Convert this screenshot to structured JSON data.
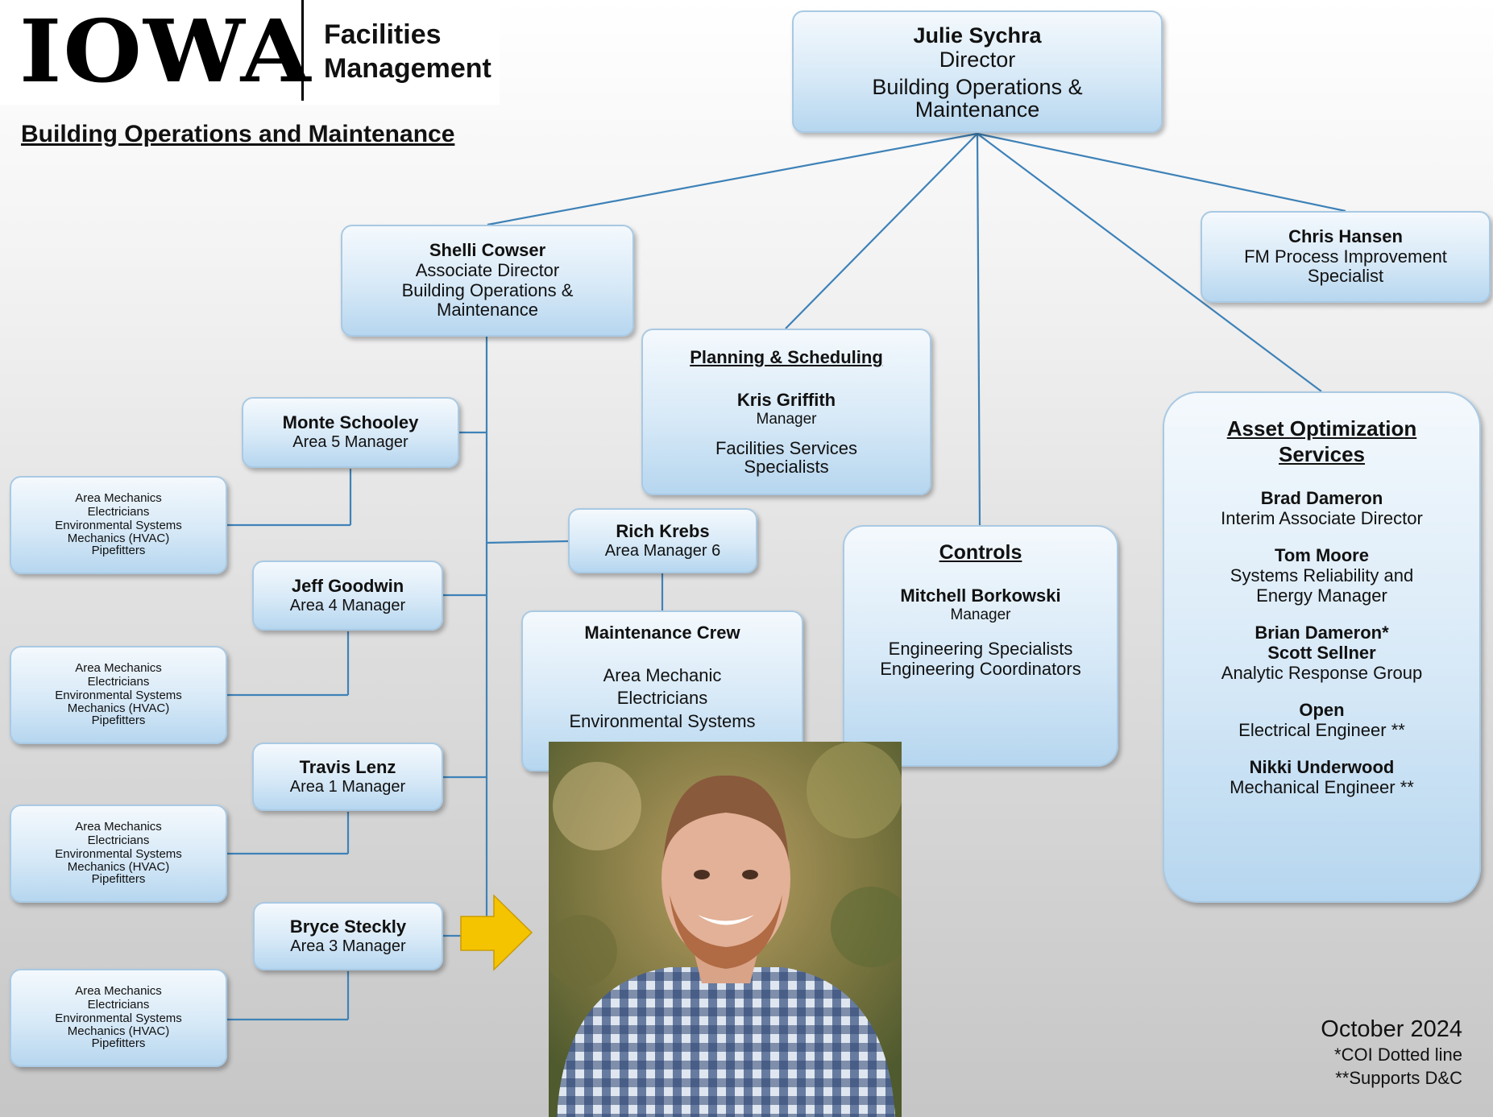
{
  "logo": {
    "wordmark": "IOWA",
    "line1": "Facilities",
    "line2": "Management"
  },
  "subtitle": "Building Operations and Maintenance",
  "director": {
    "name": "Julie Sychra",
    "title": "Director",
    "dept1": "Building Operations &",
    "dept2": "Maintenance"
  },
  "assoc": {
    "name": "Shelli Cowser",
    "title": "Associate Director",
    "dept1": "Building Operations &",
    "dept2": "Maintenance"
  },
  "hansen": {
    "name": "Chris Hansen",
    "title1": "FM Process Improvement",
    "title2": "Specialist"
  },
  "planning": {
    "heading": "Planning & Scheduling",
    "name": "Kris Griffith",
    "title": "Manager",
    "staff1": "Facilities Services",
    "staff2": "Specialists"
  },
  "controls": {
    "heading": "Controls",
    "name": "Mitchell Borkowski",
    "title": "Manager",
    "staff1": "Engineering Specialists",
    "staff2": "Engineering Coordinators"
  },
  "aos": {
    "heading1": "Asset Optimization",
    "heading2": "Services",
    "p1_name": "Brad Dameron",
    "p1_title": "Interim Associate Director",
    "p2_name": "Tom Moore",
    "p2_title1": "Systems Reliability and",
    "p2_title2": "Energy Manager",
    "p3_name1": "Brian Dameron*",
    "p3_name2": "Scott Sellner",
    "p3_title": "Analytic Response Group",
    "p4_name": "Open",
    "p4_title": "Electrical Engineer **",
    "p5_name": "Nikki Underwood",
    "p5_title": "Mechanical Engineer **"
  },
  "managers": [
    {
      "name": "Monte Schooley",
      "title": "Area 5 Manager"
    },
    {
      "name": "Jeff Goodwin",
      "title": "Area 4 Manager"
    },
    {
      "name": "Travis Lenz",
      "title": "Area 1 Manager"
    },
    {
      "name": "Bryce Steckly",
      "title": "Area 3 Manager"
    }
  ],
  "crew_lines": [
    "Area Mechanics",
    "Electricians",
    "Environmental Systems",
    "Mechanics (HVAC)",
    "Pipefitters"
  ],
  "krebs": {
    "name": "Rich Krebs",
    "title": "Area Manager 6"
  },
  "maintenance": {
    "heading": "Maintenance Crew",
    "l1": "Area Mechanic",
    "l2": "Electricians",
    "l3": "Environmental Systems"
  },
  "footer": {
    "date": "October 2024",
    "note1": "*COI Dotted line",
    "note2": "**Supports D&C"
  },
  "colors": {
    "connector": "#3e82b8",
    "box_border": "#a9c9e3",
    "arrow": "#f5c400"
  },
  "icons": {
    "arrow": "right-arrow-icon"
  }
}
